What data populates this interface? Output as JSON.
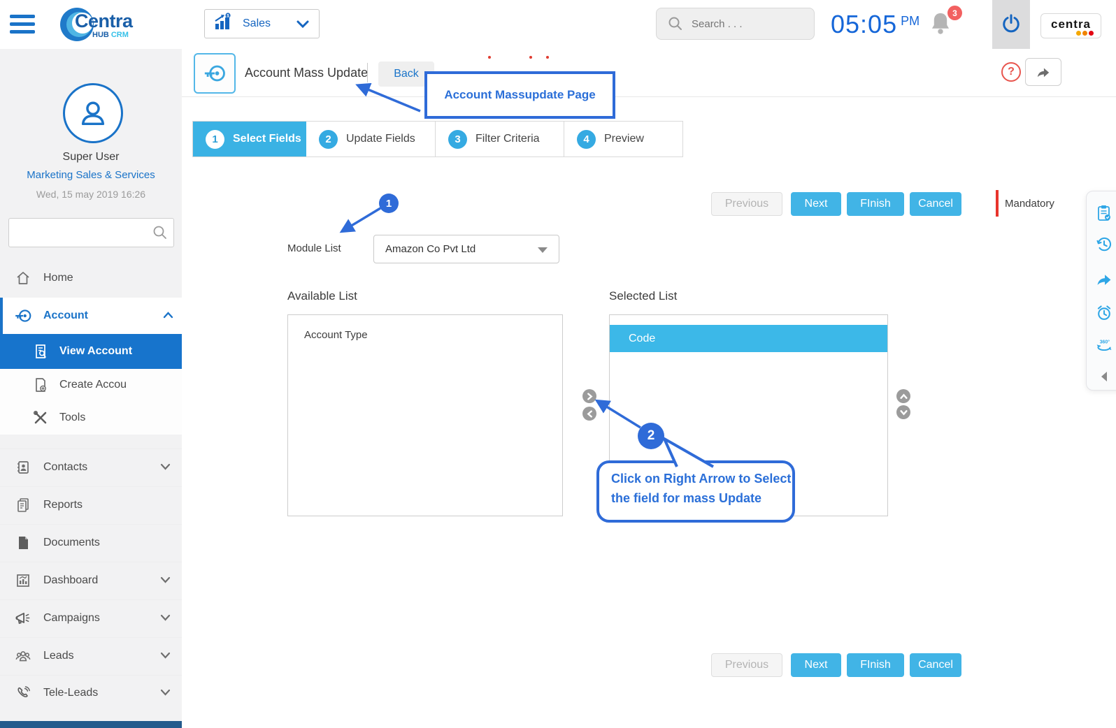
{
  "topbar": {
    "workspace_label": "Sales",
    "search_placeholder": "Search . . .",
    "time": "05:05",
    "meridiem": "PM",
    "notification_count": "3",
    "brand_badge": "centra"
  },
  "logo": {
    "name": "Centra",
    "hub": "HUB",
    "crm": "CRM"
  },
  "sidebar": {
    "user": {
      "name": "Super User",
      "department": "Marketing Sales & Services",
      "datetime": "Wed, 15 may 2019 16:26"
    },
    "items": [
      {
        "label": "Home"
      },
      {
        "label": "Account"
      },
      {
        "label": "Contacts"
      },
      {
        "label": "Reports"
      },
      {
        "label": "Documents"
      },
      {
        "label": "Dashboard"
      },
      {
        "label": "Campaigns"
      },
      {
        "label": "Leads"
      },
      {
        "label": "Tele-Leads"
      }
    ],
    "account_children": [
      {
        "label": "View Account"
      },
      {
        "label": "Create Accou"
      },
      {
        "label": "Tools"
      }
    ]
  },
  "page": {
    "title": "Account Mass Update",
    "back_label": "Back",
    "help_glyph": "?",
    "steps": [
      {
        "num": "1",
        "label": "Select Fields"
      },
      {
        "num": "2",
        "label": "Update Fields"
      },
      {
        "num": "3",
        "label": "Filter Criteria"
      },
      {
        "num": "4",
        "label": "Preview"
      }
    ],
    "actions": {
      "previous": "Previous",
      "next": "Next",
      "finish": "FInish",
      "cancel": "Cancel"
    },
    "mandatory_label": "Mandatory",
    "module_list": {
      "label": "Module List",
      "value": "Amazon Co Pvt Ltd"
    },
    "available_list": {
      "title": "Available List",
      "items": [
        "Account Type"
      ]
    },
    "selected_list": {
      "title": "Selected List",
      "items": [
        "Code"
      ]
    }
  },
  "right_toolbar": {
    "icons": [
      "tasks-clipboard",
      "history",
      "share",
      "reminder",
      "360-view",
      "collapse"
    ],
    "badge_360": "360°"
  },
  "annotations": {
    "marker1": "1",
    "marker2": "2",
    "callout1": "Account Massupdate Page",
    "callout2_line1": "Click on Right Arrow to Select",
    "callout2_line2": "the field for mass Update"
  },
  "colors": {
    "primary_blue": "#3ab2e4",
    "sidebar_active_blue": "#1774cc",
    "annotation_blue": "#2f6bd8",
    "mandatory_red": "#e8342c",
    "time_blue": "#1566d8"
  }
}
